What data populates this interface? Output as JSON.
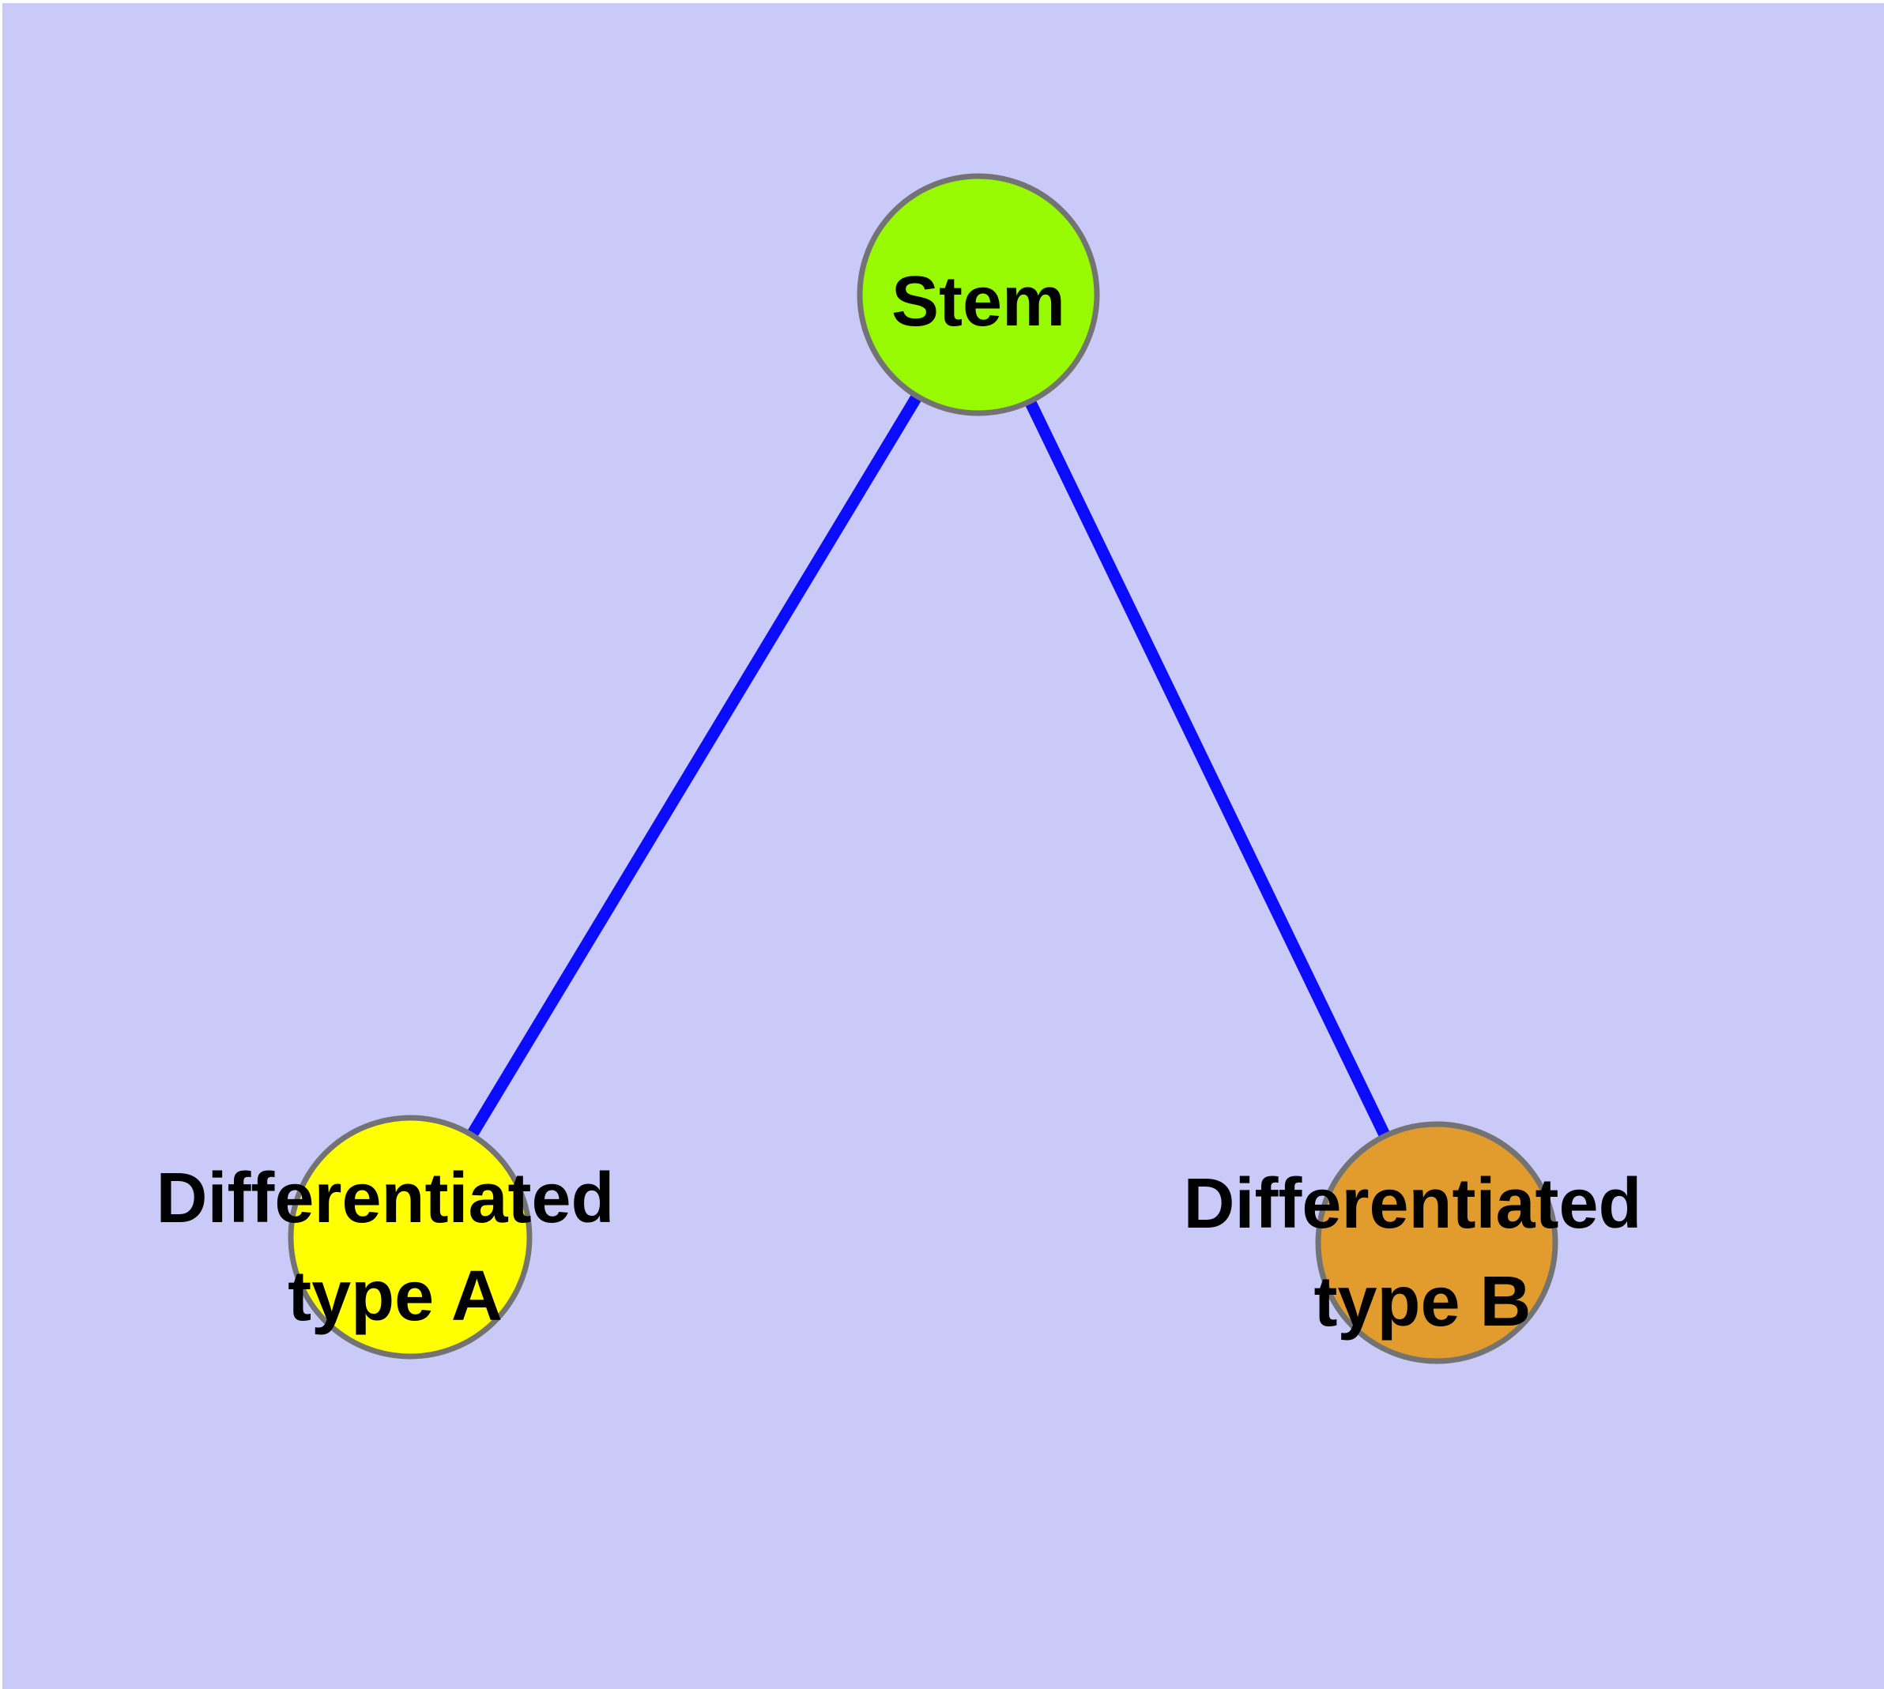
{
  "diagram": {
    "type": "node-link-graph",
    "background_color": "#cacaf8",
    "margin_color": "#ffffff",
    "edge_color": "#0b0bff",
    "node_border_color": "#737373",
    "label_color": "#000000",
    "nodes": [
      {
        "id": "stem",
        "label": "Stem",
        "fill": "#98fa00"
      },
      {
        "id": "differentiated-type-a",
        "label_line1": "Differentiated",
        "label_line2": "type A",
        "fill": "#ffff00"
      },
      {
        "id": "differentiated-type-b",
        "label_line1": "Differentiated",
        "label_line2": "type B",
        "fill": "#e29b2d"
      }
    ],
    "edges": [
      {
        "from": "Stem",
        "to": "Differentiated type A"
      },
      {
        "from": "Stem",
        "to": "Differentiated type B"
      }
    ]
  }
}
